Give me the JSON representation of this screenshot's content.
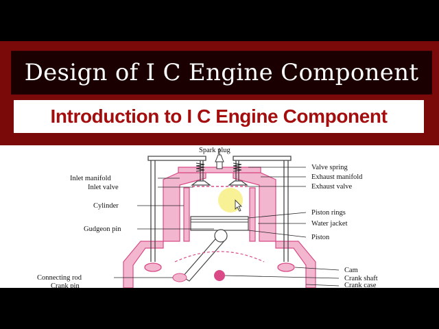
{
  "header": {
    "title": "Design of I C Engine Component"
  },
  "subheader": {
    "title": "Introduction to I C Engine Component"
  },
  "diagram": {
    "labels": {
      "spark_plug": "Spark plug",
      "inlet_manifold": "Inlet manifold",
      "inlet_valve": "Inlet valve",
      "cylinder": "Cylinder",
      "gudgeon_pin": "Gudgeon pin",
      "connecting_rod": "Connecting rod",
      "crank_pin": "Crank pin",
      "valve_spring": "Valve spring",
      "exhaust_manifold": "Exhaust manifold",
      "exhaust_valve": "Exhaust valve",
      "piston_rings": "Piston rings",
      "water_jacket": "Water jacket",
      "piston": "Piston",
      "cam": "Cam",
      "crank_shaft": "Crank shaft",
      "crank_case": "Crank case"
    }
  },
  "colors": {
    "background": "#000000",
    "frame": "#7a0a0a",
    "title_bar": "#1a0000",
    "subtitle_text": "#a30d0d",
    "engine_fill": "#f2b6cf",
    "engine_stroke": "#d94a87",
    "cursor_highlight": "#f7f08a"
  },
  "cursor": {
    "icon": "mouse-pointer-icon"
  }
}
